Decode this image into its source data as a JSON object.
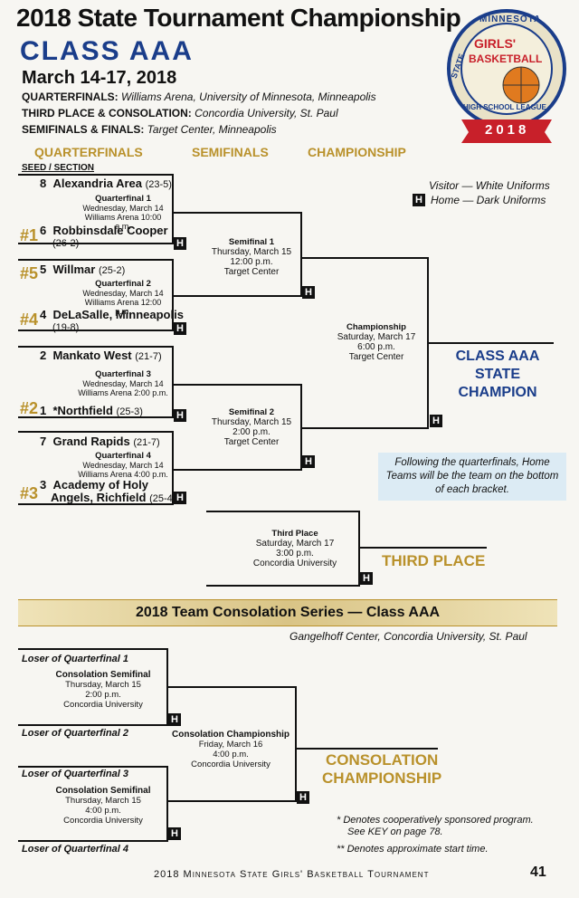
{
  "header": {
    "title": "2018 State Tournament Championship",
    "class_title": "CLASS AAA",
    "dates": "March 14-17, 2018",
    "venues": [
      {
        "label": "QUARTERFINALS:",
        "place": "Williams Arena, University of Minnesota, Minneapolis"
      },
      {
        "label": "THIRD PLACE & CONSOLATION:",
        "place": "Concordia University, St. Paul"
      },
      {
        "label": "SEMIFINALS & FINALS:",
        "place": "Target Center, Minneapolis"
      }
    ]
  },
  "logo": {
    "top": "MINNESOTA",
    "girls": "GIRLS'",
    "basketball": "BASKETBALL",
    "left": "STATE",
    "bottom": "HIGH SCHOOL LEAGUE",
    "year": "2018"
  },
  "rounds": [
    "QUARTERFINALS",
    "SEMIFINALS",
    "CHAMPIONSHIP"
  ],
  "seed_header": "SEED / SECTION",
  "legend": {
    "visitor": "Visitor — White Uniforms",
    "home": "Home — Dark Uniforms",
    "h": "H"
  },
  "teams": [
    {
      "seed": "8",
      "name": "Alexandria Area",
      "record": "(23-5)",
      "rank": ""
    },
    {
      "seed": "6",
      "name": "Robbinsdale Cooper",
      "record": "(26-2)",
      "rank": "#1"
    },
    {
      "seed": "5",
      "name": "Willmar",
      "record": "(25-2)",
      "rank": "#5"
    },
    {
      "seed": "4",
      "name": "DeLaSalle, Minneapolis",
      "record": "(19-8)",
      "rank": "#4"
    },
    {
      "seed": "2",
      "name": "Mankato West",
      "record": "(21-7)",
      "rank": ""
    },
    {
      "seed": "1",
      "name": "*Northfield",
      "record": "(25-3)",
      "rank": "#2"
    },
    {
      "seed": "7",
      "name": "Grand Rapids",
      "record": "(21-7)",
      "rank": ""
    },
    {
      "seed": "3",
      "name": "Academy of Holy",
      "name2": "Angels, Richfield",
      "record": "(25-4)",
      "rank": "#3"
    }
  ],
  "quarterfinals": [
    {
      "title": "Quarterfinal 1",
      "day": "Wednesday, March 14",
      "where": "Williams Arena 10:00 a.m."
    },
    {
      "title": "Quarterfinal 2",
      "day": "Wednesday, March 14",
      "where": "Williams Arena 12:00 p.m."
    },
    {
      "title": "Quarterfinal 3",
      "day": "Wednesday, March 14",
      "where": "Williams Arena 2:00 p.m."
    },
    {
      "title": "Quarterfinal 4",
      "day": "Wednesday, March 14",
      "where": "Williams Arena 4:00 p.m."
    }
  ],
  "semifinals": [
    {
      "title": "Semifinal 1",
      "day": "Thursday, March 15",
      "time": "12:00 p.m.",
      "where": "Target Center"
    },
    {
      "title": "Semifinal 2",
      "day": "Thursday, March 15",
      "time": "2:00 p.m.",
      "where": "Target Center"
    }
  ],
  "championship": {
    "title": "Championship",
    "day": "Saturday, March 17",
    "time": "6:00 p.m.",
    "where": "Target Center"
  },
  "champion_label": {
    "line1": "CLASS AAA",
    "line2": "STATE CHAMPION"
  },
  "note": "Following the quarterfinals, Home Teams will be the team on the bottom of each bracket.",
  "third_place": {
    "title": "Third Place",
    "day": "Saturday, March 17",
    "time": "3:00 p.m.",
    "where": "Concordia University",
    "label": "THIRD PLACE"
  },
  "consolation": {
    "banner": "2018 Team Consolation Series — Class AAA",
    "venue": "Gangelhoff Center, Concordia University, St. Paul",
    "losers": [
      "Loser of Quarterfinal 1",
      "Loser of Quarterfinal 2",
      "Loser of Quarterfinal 3",
      "Loser of Quarterfinal 4"
    ],
    "semis": [
      {
        "title": "Consolation Semifinal",
        "day": "Thursday, March 15",
        "time": "2:00 p.m.",
        "where": "Concordia University"
      },
      {
        "title": "Consolation Semifinal",
        "day": "Thursday, March 15",
        "time": "4:00 p.m.",
        "where": "Concordia University"
      }
    ],
    "final": {
      "title": "Consolation Championship",
      "day": "Friday, March 16",
      "time": "4:00 p.m.",
      "where": "Concordia University"
    },
    "label1": "CONSOLATION",
    "label2": "CHAMPIONSHIP"
  },
  "footnotes": [
    "* Denotes cooperatively sponsored program.",
    "See KEY on page 78.",
    "** Denotes approximate start time."
  ],
  "footer": {
    "text": "2018 Minnesota State Girls' Basketball Tournament",
    "page": "41"
  },
  "colors": {
    "blue": "#1a3d8a",
    "gold": "#b9912b",
    "red": "#c8202a",
    "note_bg": "#dcebf4"
  }
}
